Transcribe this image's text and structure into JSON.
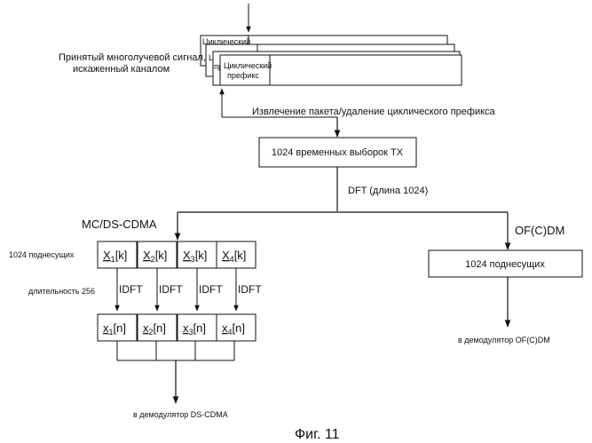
{
  "caption": "Фиг. 11",
  "top": {
    "received_label_1": "Принятый многолучевой сигнал,",
    "received_label_2": "искаженный каналом",
    "prefix_back_1": "Циклический",
    "prefix_back_2": "Цик",
    "prefix_back_3": "пре",
    "prefix_front_1": "Циклический",
    "prefix_front_2": "префикс",
    "extraction_label": "Извлечение пакета/удаление циклического  префикса"
  },
  "samples_box": "1024 временных выборок TX",
  "dft_label": "DFT (длина 1024)",
  "left": {
    "heading": "MC/DS-CDMA",
    "subcarriers_label": "1024 поднесущих",
    "duration_label": "длительность 256",
    "freq_cells": [
      {
        "var": "X",
        "sub": "1",
        "arg": "[k]"
      },
      {
        "var": "X",
        "sub": "2",
        "arg": "[k]"
      },
      {
        "var": "X",
        "sub": "3",
        "arg": "[k]"
      },
      {
        "var": "X",
        "sub": "4",
        "arg": "[k]"
      }
    ],
    "idft_labels": [
      "IDFT",
      "IDFT",
      "IDFT",
      "IDFT"
    ],
    "time_cells": [
      {
        "var": "x",
        "sub": "1",
        "arg": "[n]"
      },
      {
        "var": "x",
        "sub": "2",
        "arg": "[n]"
      },
      {
        "var": "x",
        "sub": "3",
        "arg": "[n]"
      },
      {
        "var": "x",
        "sub": "4",
        "arg": "[n]"
      }
    ],
    "output_label": "в демодулятор DS-CDMA"
  },
  "right": {
    "heading": "OF(C)DM",
    "box_label": "1024 поднесущих",
    "output_label": "в демодулятор OF(C)DM"
  }
}
